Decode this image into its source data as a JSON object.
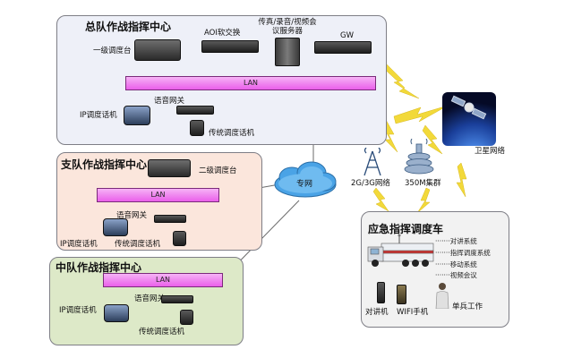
{
  "hq": {
    "title": "总队作战指挥中心",
    "console_label": "一级调度台",
    "aoi_label": "AOI软交换",
    "fax_server_label": "传真/录音/视频会议服务器",
    "gw_label": "GW",
    "lan_label": "LAN",
    "gateway_label": "语音网关",
    "ip_phone_label": "IP调度话机",
    "trad_phone_label": "传统调度话机"
  },
  "branch": {
    "title": "支队作战指挥中心",
    "console_label": "二级调度台",
    "lan_label": "LAN",
    "gateway_label": "语音网关",
    "ip_phone_label": "IP调度话机",
    "trad_phone_label": "传统调度话机"
  },
  "squad": {
    "title": "中队作战指挥中心",
    "lan_label": "LAN",
    "gateway_label": "语音网关",
    "ip_phone_label": "IP调度话机",
    "trad_phone_label": "传统调度话机"
  },
  "network": {
    "cloud_label": "专网",
    "cellular_label": "2G/3G网络",
    "cluster_label": "350M集群",
    "satellite_label": "卫星网络"
  },
  "vehicle": {
    "title": "应急指挥调度车",
    "systems": [
      "对讲系统",
      "指挥调度系统",
      "移动系统",
      "视频会议"
    ],
    "radio_label": "对讲机",
    "wifi_phone_label": "WIFI手机",
    "soldier_label": "单兵工作"
  },
  "colors": {
    "hq_bg": "#eef0f8",
    "branch_bg": "#fbe6dc",
    "squad_bg": "#dde9c8",
    "vehicle_bg": "#f2f2f2",
    "lan": "#ea5fea",
    "lightning": "#f2d93a",
    "cloud": "#4aa3e6"
  }
}
